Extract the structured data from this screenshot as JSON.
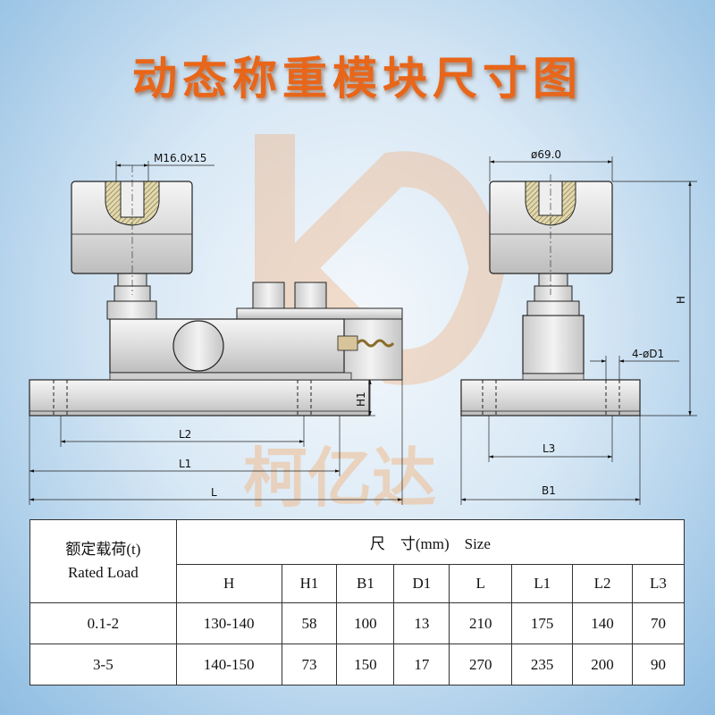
{
  "title": "动态称重模块尺寸图",
  "watermark": {
    "brand": "柯亿达",
    "logo": "K"
  },
  "drawing": {
    "labels": {
      "thread": "M16.0ⅹ15",
      "diameter": "ø69.0",
      "holes": "4-øD1",
      "H": "H",
      "H1": "H1",
      "L": "L",
      "L1": "L1",
      "L2": "L2",
      "L3": "L3",
      "B1": "B1"
    }
  },
  "table": {
    "rated_load_cn": "额定载荷(t)",
    "rated_load_en": "Rated Load",
    "size_header": "尺　寸(mm)　Size",
    "columns": [
      "H",
      "H1",
      "B1",
      "D1",
      "L",
      "L1",
      "L2",
      "L3"
    ],
    "rows": [
      {
        "load": "0.1-2",
        "values": [
          "130-140",
          "58",
          "100",
          "13",
          "210",
          "175",
          "140",
          "70"
        ]
      },
      {
        "load": "3-5",
        "values": [
          "140-150",
          "73",
          "150",
          "17",
          "270",
          "235",
          "200",
          "90"
        ]
      }
    ]
  },
  "colors": {
    "title": "#e8661a",
    "watermark": "#f2b27a",
    "background_edge": "#8fbde2"
  }
}
